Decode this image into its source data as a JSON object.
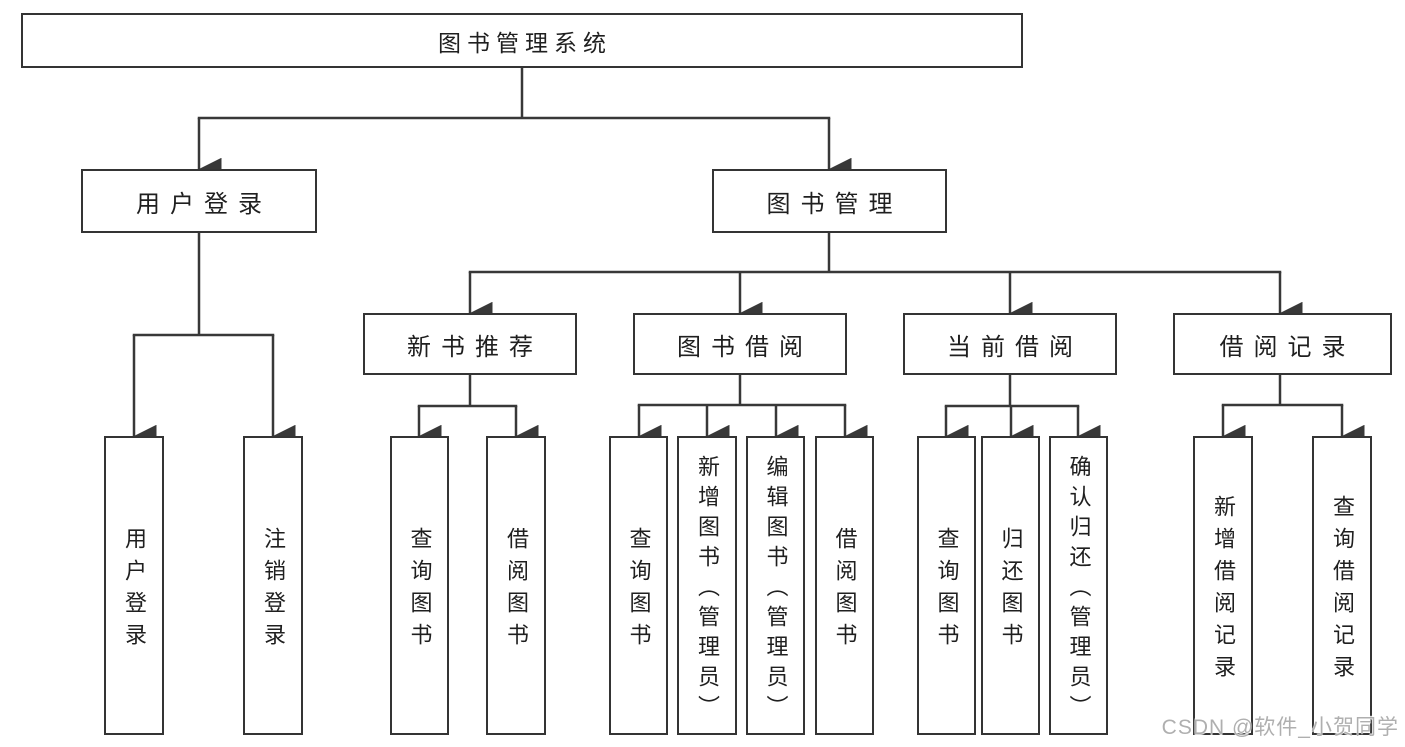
{
  "page": {
    "watermark": "CSDN @软件_小贺同学"
  },
  "colors": {
    "line": "#383838",
    "box_border": "#343434",
    "text": "#1f1f1f",
    "watermark": "#a8a8a8",
    "background": "#ffffff"
  },
  "nodes": {
    "root": {
      "label": "图书管理系统"
    },
    "user_login": {
      "label": "用户登录"
    },
    "book_mgmt": {
      "label": "图书管理"
    },
    "new_book_rec": {
      "label": "新书推荐"
    },
    "book_borrow": {
      "label": "图书借阅"
    },
    "current_borrow": {
      "label": "当前借阅"
    },
    "borrow_records": {
      "label": "借阅记录"
    },
    "leaf_user_login": {
      "label": "用户登录"
    },
    "leaf_logout": {
      "label": "注销登录"
    },
    "rec_query_books": {
      "label": "查询图书"
    },
    "rec_borrow_books": {
      "label": "借阅图书"
    },
    "bb_query_books": {
      "label": "查询图书"
    },
    "bb_add_books": {
      "label": "新增图书（管理员）"
    },
    "bb_edit_books": {
      "label": "编辑图书（管理员）"
    },
    "bb_borrow_books": {
      "label": "借阅图书"
    },
    "cb_query_books": {
      "label": "查询图书"
    },
    "cb_return_books": {
      "label": "归还图书"
    },
    "cb_confirm_return": {
      "label": "确认归还（管理员）"
    },
    "br_add_record": {
      "label": "新增借阅记录"
    },
    "br_query_record": {
      "label": "查询借阅记录"
    }
  },
  "hierarchy": {
    "root": "图书管理系统",
    "children": [
      {
        "label": "用户登录",
        "children": [
          "用户登录",
          "注销登录"
        ]
      },
      {
        "label": "图书管理",
        "children": [
          {
            "label": "新书推荐",
            "children": [
              "查询图书",
              "借阅图书"
            ]
          },
          {
            "label": "图书借阅",
            "children": [
              "查询图书",
              "新增图书（管理员）",
              "编辑图书（管理员）",
              "借阅图书"
            ]
          },
          {
            "label": "当前借阅",
            "children": [
              "查询图书",
              "归还图书",
              "确认归还（管理员）"
            ]
          },
          {
            "label": "借阅记录",
            "children": [
              "新增借阅记录",
              "查询借阅记录"
            ]
          }
        ]
      }
    ]
  }
}
